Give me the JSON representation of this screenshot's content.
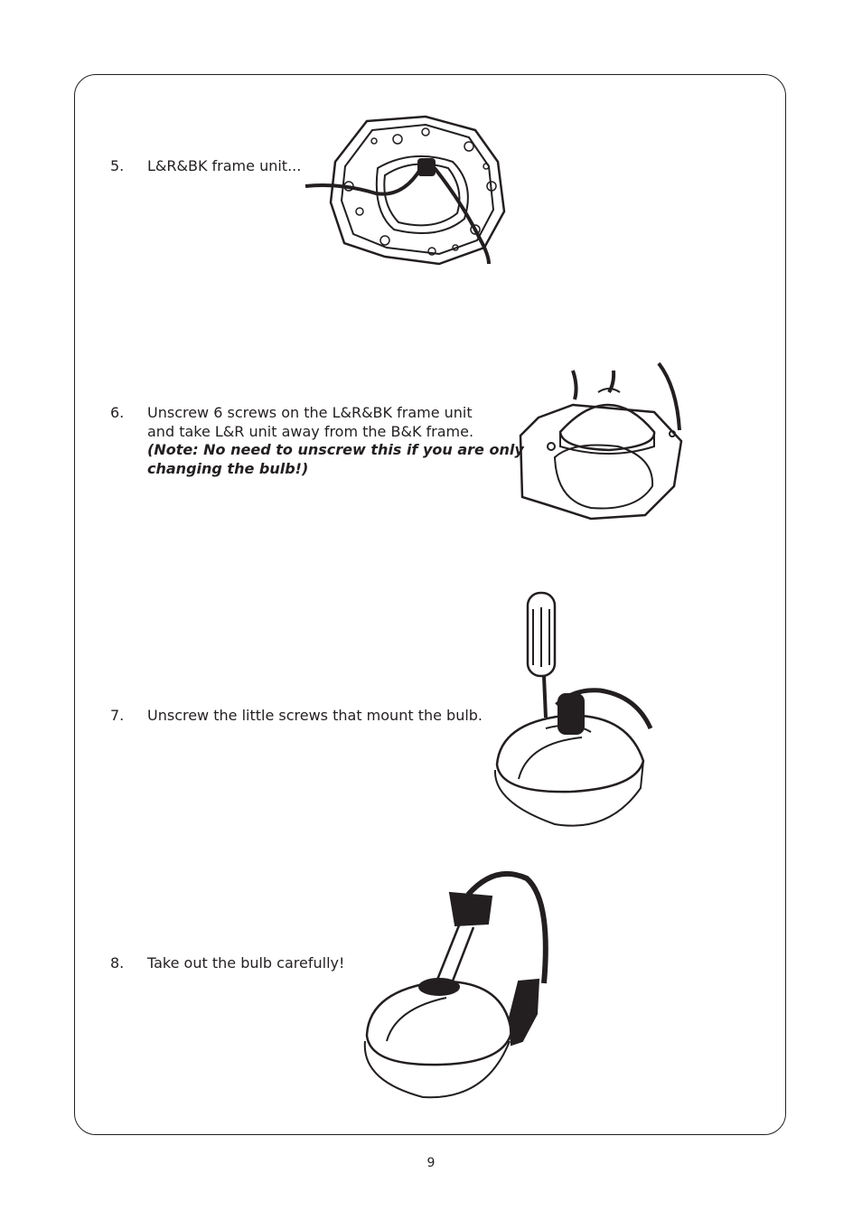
{
  "steps": [
    {
      "number": "5.",
      "text": "L&R&BK frame unit...",
      "illustration": "frame-unit-illustration"
    },
    {
      "number": "6.",
      "line1": "Unscrew 6 screws on the L&R&BK frame unit",
      "line2": "and take L&R unit away from the B&K frame.",
      "note1": "(Note: No need to unscrew this if you are only",
      "note2": "changing the bulb!)",
      "illustration": "lr-unit-removal-illustration"
    },
    {
      "number": "7.",
      "text": "Unscrew the little screws that mount the bulb.",
      "illustration": "screwdriver-bulb-illustration"
    },
    {
      "number": "8.",
      "text": "Take out the bulb carefully!",
      "illustration": "bulb-removal-illustration"
    }
  ],
  "page_number": "9"
}
